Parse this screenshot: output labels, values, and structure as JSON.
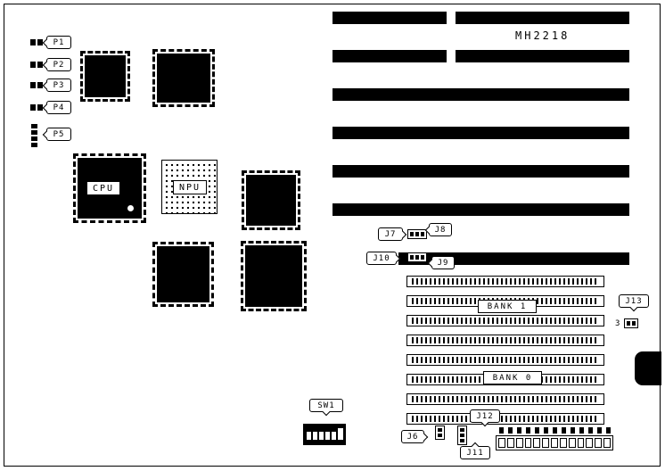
{
  "board": {
    "model": "MH2218"
  },
  "chips": {
    "cpu": "CPU",
    "npu": "NPU"
  },
  "connectors": {
    "p1": "P1",
    "p2": "P2",
    "p3": "P3",
    "p4": "P4",
    "p5": "P5"
  },
  "jumpers": {
    "j6": "J6",
    "j7": "J7",
    "j8": "J8",
    "j9": "J9",
    "j10": "J10",
    "j11": "J11",
    "j12": "J12",
    "j13": "J13",
    "j13_pin3": "3"
  },
  "switches": {
    "sw1": "SW1"
  },
  "memory": {
    "bank1": "BANK 1",
    "bank0": "BANK 0"
  }
}
